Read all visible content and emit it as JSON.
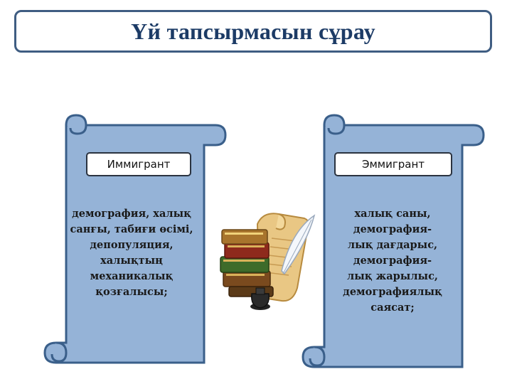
{
  "title": "Үй тапсырмасын сұрау",
  "left_scroll": {
    "label": "Иммигрант",
    "lines": [
      "демография, халық",
      "санғы, табиғи өсімі,",
      "депопуляция,",
      "халықтың",
      "механикалық",
      "қозғалысы;"
    ]
  },
  "right_scroll": {
    "label": "Эммигрант",
    "lines": [
      "халық саны,",
      "демография-",
      "лық дағдарыс,",
      "демография-",
      "лық жарылыс,",
      "демографиялық",
      "саясат;"
    ]
  },
  "illustration": {
    "icon": "books-and-quill-icon"
  },
  "colors": {
    "scroll_fill": "#95b3d7",
    "scroll_border": "#3a5f8a",
    "title_text": "#1c3b66"
  }
}
